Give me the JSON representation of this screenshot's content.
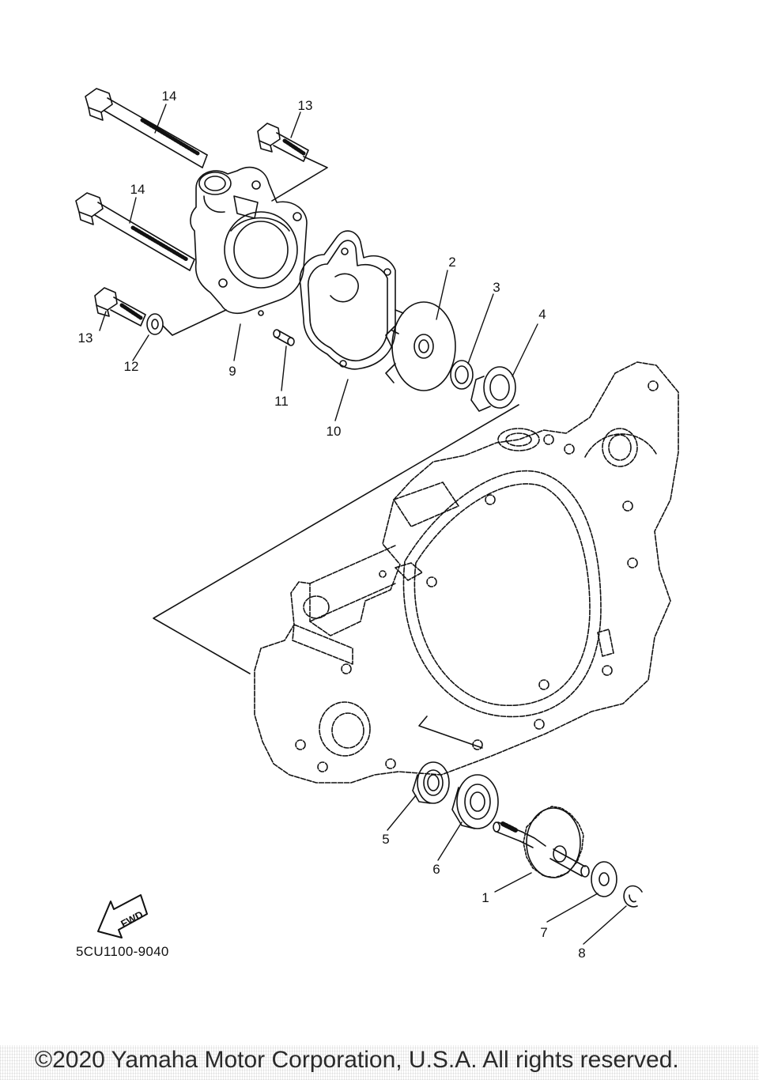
{
  "diagram": {
    "code": "5CU1100-9040",
    "fwd_label": "FWD",
    "copyright": "©2020 Yamaha Motor Corporation, U.S.A. All rights reserved."
  },
  "parts": {
    "p1": "1",
    "p2": "2",
    "p3": "3",
    "p4": "4",
    "p5": "5",
    "p6": "6",
    "p7": "7",
    "p8": "8",
    "p9": "9",
    "p10": "10",
    "p11": "11",
    "p12": "12",
    "p13a": "13",
    "p13b": "13",
    "p14a": "14",
    "p14b": "14"
  }
}
